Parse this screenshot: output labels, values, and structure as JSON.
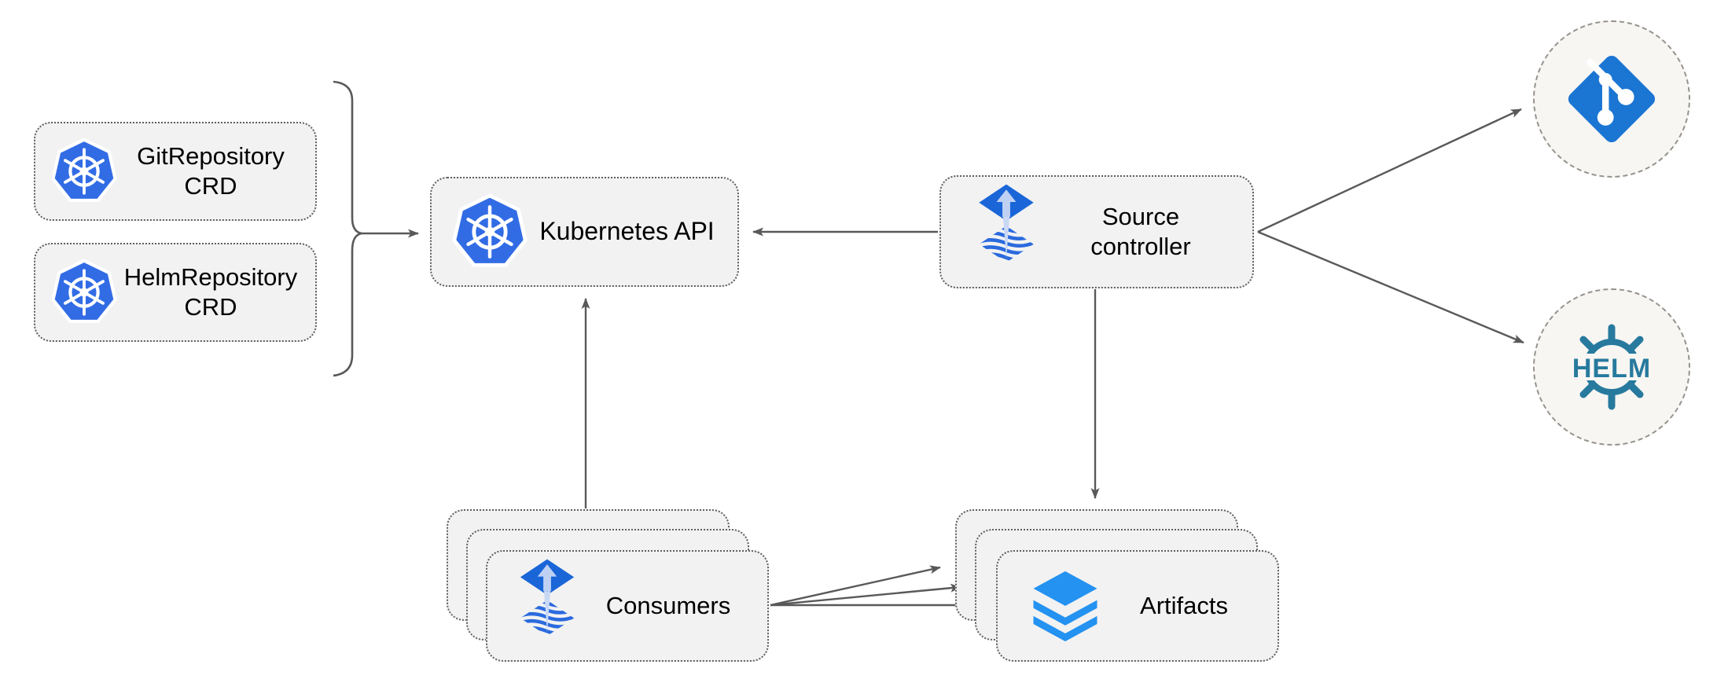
{
  "nodes": {
    "git_crd": {
      "line1": "GitRepository",
      "line2": "CRD",
      "icon": "kubernetes-icon"
    },
    "helm_crd": {
      "line1": "HelmRepository",
      "line2": "CRD",
      "icon": "kubernetes-icon"
    },
    "kubernetes_api": {
      "label": "Kubernetes API",
      "icon": "kubernetes-icon"
    },
    "source_controller": {
      "line1": "Source",
      "line2": "controller",
      "icon": "flux-source-icon"
    },
    "consumers": {
      "label": "Consumers",
      "icon": "flux-source-icon",
      "stack_count": 3
    },
    "artifacts": {
      "label": "Artifacts",
      "icon": "layers-icon",
      "stack_count": 3
    },
    "git": {
      "icon": "git-icon"
    },
    "helm": {
      "icon": "helm-icon",
      "label": "HELM"
    }
  },
  "edges": [
    {
      "from": "git-crd + helm-crd (bracket)",
      "to": "kubernetes-api",
      "arrow": "end"
    },
    {
      "from": "source-controller",
      "to": "kubernetes-api",
      "arrow": "end"
    },
    {
      "from": "source-controller",
      "to": "git",
      "arrow": "end"
    },
    {
      "from": "source-controller",
      "to": "helm",
      "arrow": "end"
    },
    {
      "from": "source-controller",
      "to": "artifacts",
      "arrow": "end"
    },
    {
      "from": "consumers",
      "to": "kubernetes-api",
      "arrow": "end"
    },
    {
      "from": "consumers",
      "to": "artifacts",
      "arrow": "end",
      "count": 3
    }
  ],
  "colors": {
    "background": "#ffffff",
    "box_fill": "#f2f2f2",
    "box_border": "#5f5f5f",
    "circle_fill": "#f8f6f3",
    "circle_border": "#96938e",
    "arrow": "#595959",
    "kubernetes_blue": "#326ce5",
    "flux_blue": "#1a66d8",
    "flux_light_arrow": "#bed1f3",
    "git_blue": "#1b75d3",
    "helm_teal": "#277a9e",
    "layers_blue": "#2492f0",
    "text": "#000000"
  }
}
